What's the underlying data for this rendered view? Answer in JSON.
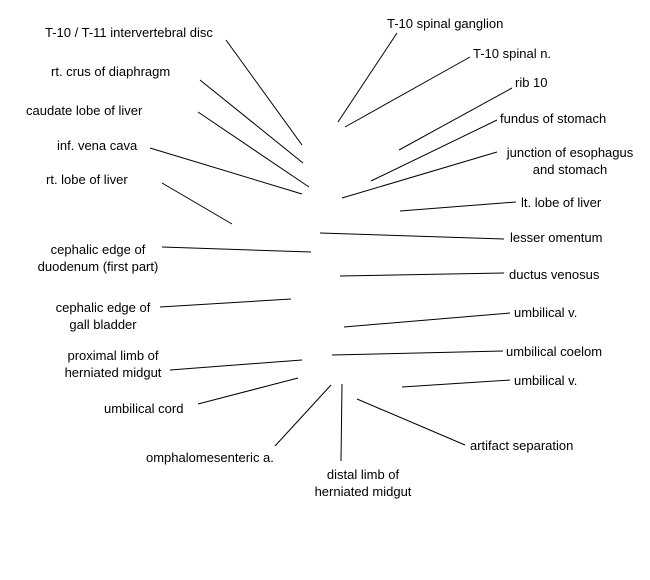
{
  "labels": {
    "t10_t11_disc": "T-10 / T-11 intervertebral disc",
    "rt_crus": "rt. crus of diaphragm",
    "caudate_lobe": "caudate lobe of liver",
    "inf_vena_cava": "inf. vena cava",
    "rt_lobe_liver": "rt. lobe of liver",
    "cephalic_duodenum_1": "cephalic edge of",
    "cephalic_duodenum_2": "duodenum (first part)",
    "cephalic_gallbladder_1": "cephalic edge of",
    "cephalic_gallbladder_2": "gall bladder",
    "proximal_limb_1": "proximal limb of",
    "proximal_limb_2": "herniated midgut",
    "umbilical_cord": "umbilical cord",
    "omphalomesenteric": "omphalomesenteric a.",
    "distal_limb_1": "distal limb of",
    "distal_limb_2": "herniated midgut",
    "t10_ganglion": "T-10 spinal ganglion",
    "t10_nerve": "T-10 spinal n.",
    "rib10": "rib 10",
    "fundus": "fundus of stomach",
    "junction_1": "junction of esophagus",
    "junction_2": "and stomach",
    "lt_lobe_liver": "lt. lobe of liver",
    "lesser_omentum": "lesser omentum",
    "ductus_venosus": "ductus venosus",
    "umbilical_v_1": "umbilical v.",
    "umbilical_coelom": "umbilical coelom",
    "umbilical_v_2": "umbilical v.",
    "artifact": "artifact separation"
  }
}
